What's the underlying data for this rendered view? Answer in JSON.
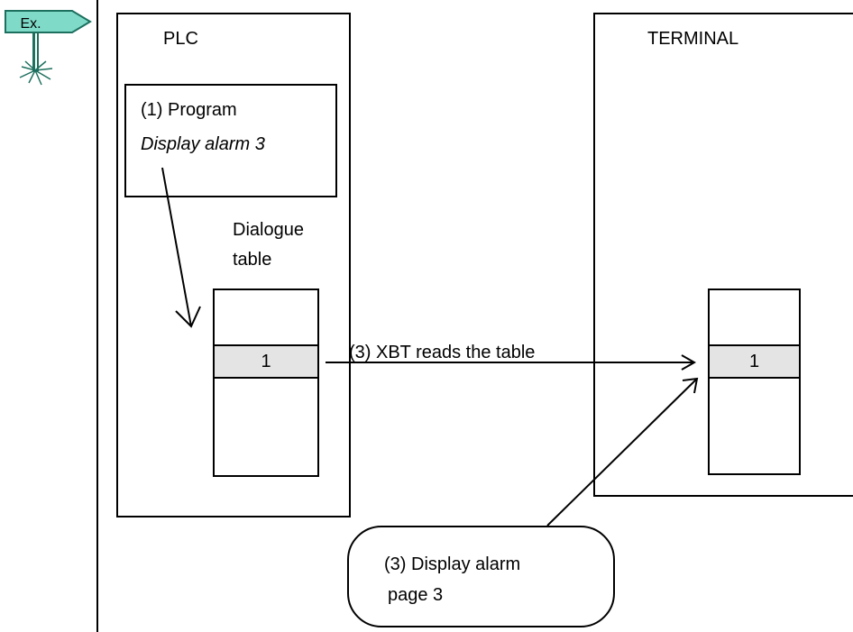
{
  "icon": {
    "label": "Ex.",
    "name": "example-signpost-icon",
    "color": "#7fdbc8"
  },
  "plc": {
    "title": "PLC",
    "program_title": "(1) Program",
    "program_action": "Display alarm 3",
    "dialogue_table_label": [
      "Dialogue",
      "table"
    ],
    "table_value": "1"
  },
  "terminal": {
    "title": "TERMINAL",
    "table_value": "1"
  },
  "arrow_label": "(3) XBT reads the table",
  "callout": [
    "(3) Display alarm",
    "page 3"
  ]
}
